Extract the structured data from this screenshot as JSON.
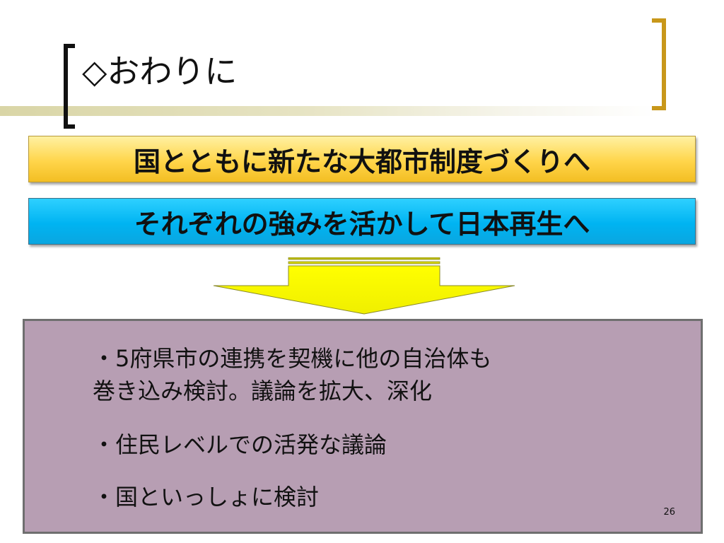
{
  "slide": {
    "title": "◇おわりに",
    "banner_top": "国とともに新たな大都市制度づくりへ",
    "banner_bottom": "それぞれの強みを活かして日本再生へ",
    "bullets": [
      {
        "line1": "・5府県市の連携を契機に他の自治体も",
        "line2": "巻き込み検討。議論を拡大、深化"
      },
      {
        "line1": "・住民レベルでの活発な議論"
      },
      {
        "line1": "・国といっしょに検討"
      }
    ],
    "page_number": "26"
  },
  "colors": {
    "banner_top": "#ffd54a",
    "banner_bottom": "#00b4f2",
    "panel": "#b79eb3",
    "arrow": "#ffff00",
    "right_bracket": "#c8971a"
  },
  "icons": {
    "left_bracket": "bracket-left-icon",
    "right_bracket": "bracket-right-icon",
    "arrow": "arrow-down-icon"
  }
}
